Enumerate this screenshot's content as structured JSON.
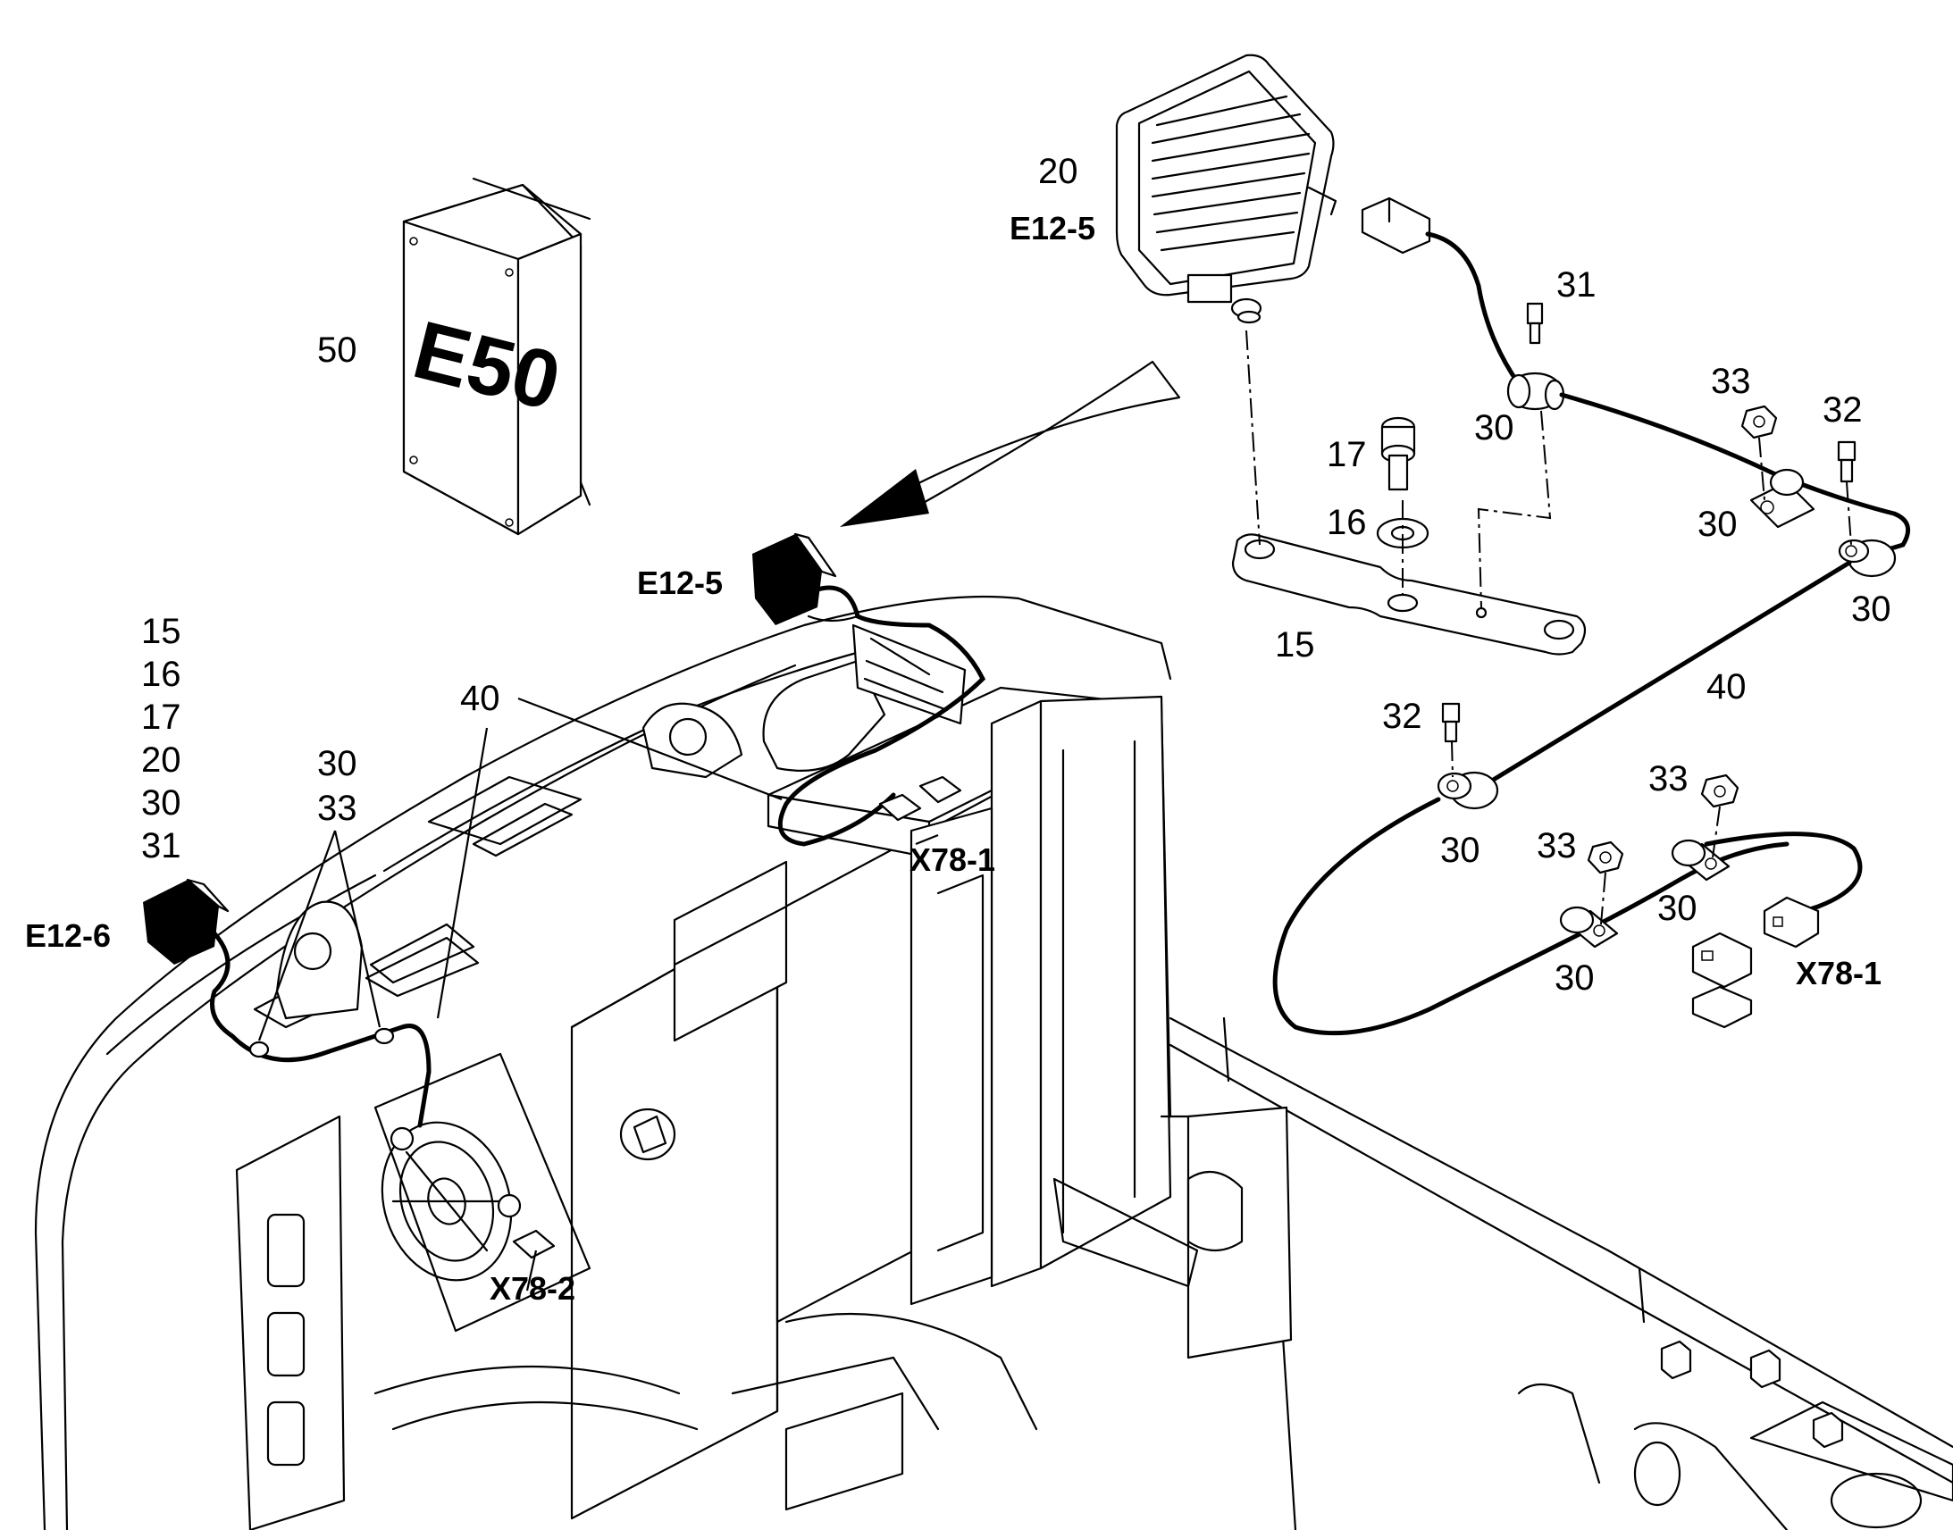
{
  "callouts": {
    "c_20": "20",
    "c_e12_5_top": "E12-5",
    "c_50": "50",
    "c_e50": "E50",
    "c_31": "31",
    "c_30_a": "30",
    "c_17": "17",
    "c_16": "16",
    "c_33_a": "33",
    "c_32_a": "32",
    "c_30_b": "30",
    "c_30_c": "30",
    "c_15_bracket": "15",
    "c_40_right": "40",
    "c_32_b": "32",
    "c_33_b": "33",
    "c_30_d": "30",
    "c_33_c": "33",
    "c_30_e": "30",
    "c_30_f": "30",
    "c_x78_1_right": "X78-1",
    "c_e12_5_mid": "E12-5",
    "c_40_left": "40",
    "c_x78_1_mid": "X78-1",
    "c_e12_6": "E12-6",
    "c_x78_2": "X78-2",
    "c_30_g": "30",
    "c_33_d": "33",
    "list": [
      "15",
      "16",
      "17",
      "20",
      "30",
      "31"
    ]
  }
}
